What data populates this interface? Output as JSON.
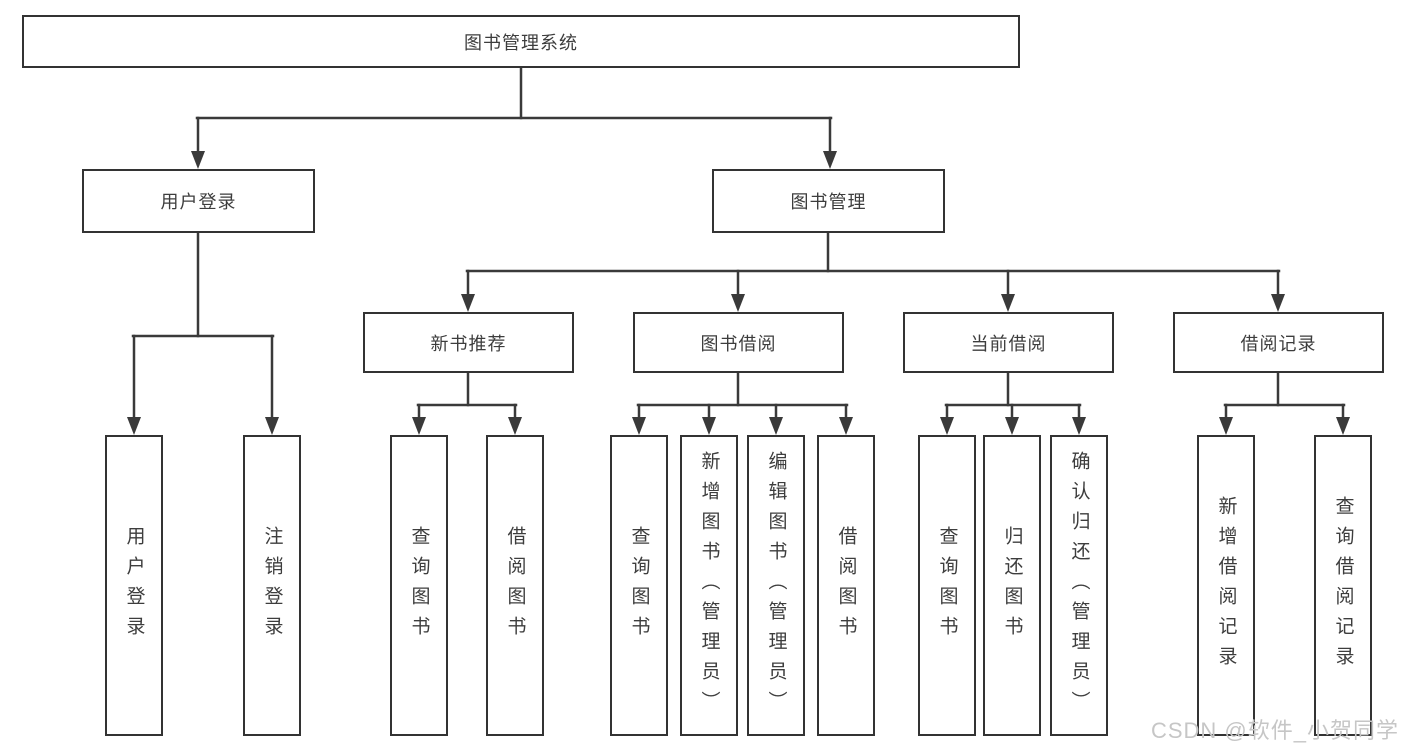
{
  "colors": {
    "line": "#3a3a3a",
    "border": "#333333",
    "text": "#3d3d3d",
    "bg": "#ffffff",
    "watermark": "#c6c6c6"
  },
  "watermark": {
    "text": "CSDN @软件_小贺同学"
  },
  "tree": {
    "root": {
      "label": "图书管理系统"
    },
    "branches": [
      {
        "label": "用户登录",
        "children": [
          {
            "label": "用户登录"
          },
          {
            "label": "注销登录"
          }
        ]
      },
      {
        "label": "图书管理",
        "children": [
          {
            "label": "新书推荐",
            "children": [
              {
                "label": "查询图书"
              },
              {
                "label": "借阅图书"
              }
            ]
          },
          {
            "label": "图书借阅",
            "children": [
              {
                "label": "查询图书"
              },
              {
                "label": "新增图书（管理员）"
              },
              {
                "label": "编辑图书（管理员）"
              },
              {
                "label": "借阅图书"
              }
            ]
          },
          {
            "label": "当前借阅",
            "children": [
              {
                "label": "查询图书"
              },
              {
                "label": "归还图书"
              },
              {
                "label": "确认归还（管理员）"
              }
            ]
          },
          {
            "label": "借阅记录",
            "children": [
              {
                "label": "新增借阅记录"
              },
              {
                "label": "查询借阅记录"
              }
            ]
          }
        ]
      }
    ]
  }
}
